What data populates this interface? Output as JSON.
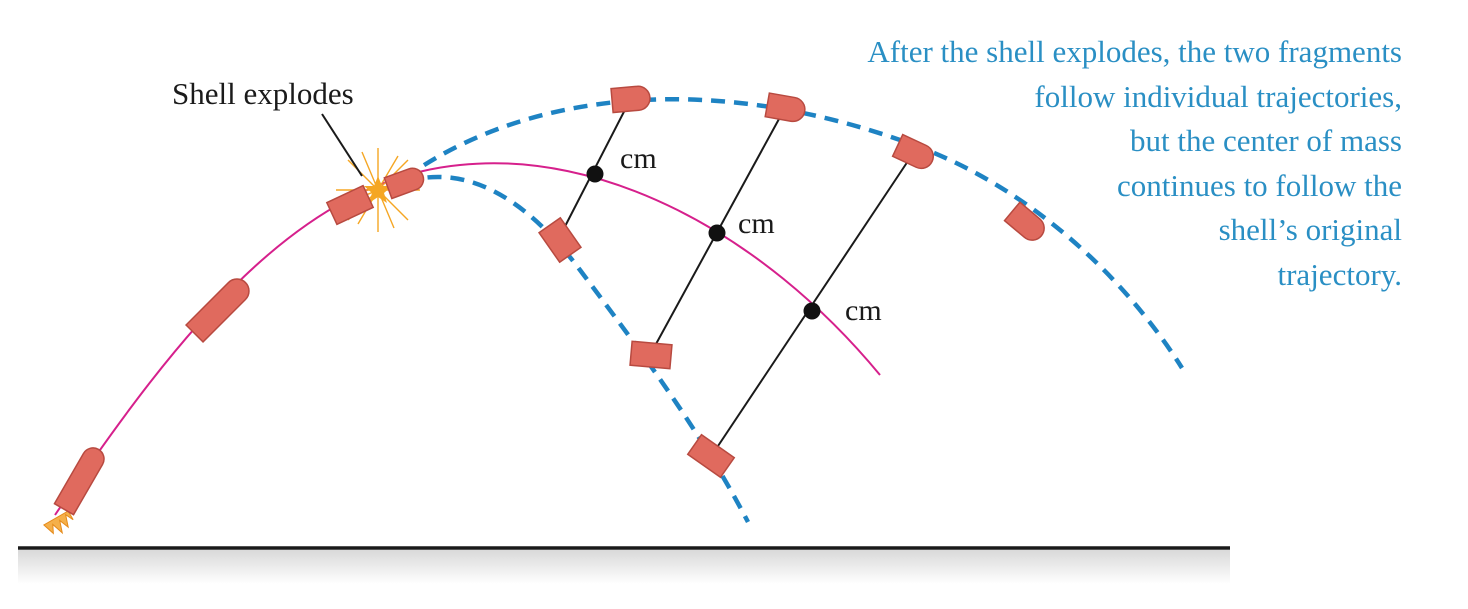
{
  "labels": {
    "shell_explodes": "Shell explodes",
    "cm": "cm"
  },
  "caption_lines": [
    "After the shell explodes, the two fragments",
    "follow individual trajectories,",
    "but the center of mass",
    "continues to follow the",
    "shell’s original",
    "trajectory."
  ],
  "colors": {
    "cm_trajectory": "#d6208c",
    "fragment_trajectory": "#1e83c3",
    "fragment_fill": "#e06a5e",
    "fragment_stroke": "#b84a40",
    "explosion": "#f5a623",
    "caption": "#2a8fc4",
    "ground": "#1a1a1a"
  }
}
